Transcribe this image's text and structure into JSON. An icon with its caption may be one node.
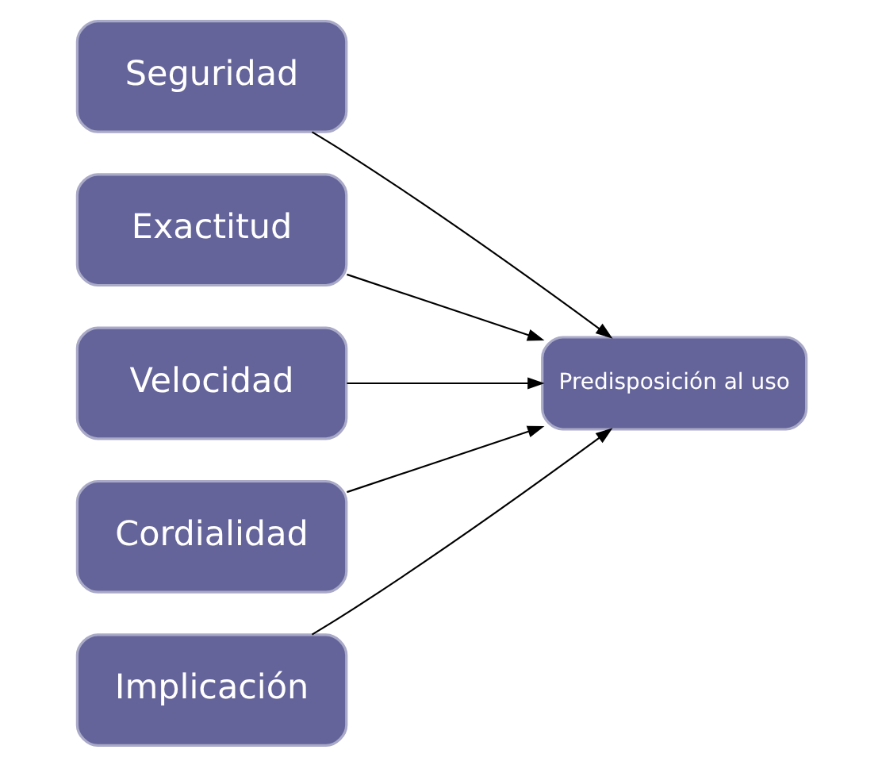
{
  "diagram": {
    "nodes": [
      {
        "text": [
          "Seguridad"
        ]
      },
      {
        "text": [
          "Exactitud"
        ]
      },
      {
        "text": [
          "Velocidad"
        ]
      },
      {
        "text": [
          "Cordialidad"
        ]
      },
      {
        "text": [
          "Implicación"
        ]
      },
      {
        "text": [
          "Predisposición al uso"
        ]
      }
    ],
    "edges": [
      {
        "from": 0,
        "to": 5,
        "arrow": "to"
      },
      {
        "from": 1,
        "to": 5,
        "arrow": "to"
      },
      {
        "from": 2,
        "to": 5,
        "arrow": "to"
      },
      {
        "from": 3,
        "to": 5,
        "arrow": "to"
      },
      {
        "from": 4,
        "to": 5,
        "arrow": "to"
      }
    ]
  }
}
